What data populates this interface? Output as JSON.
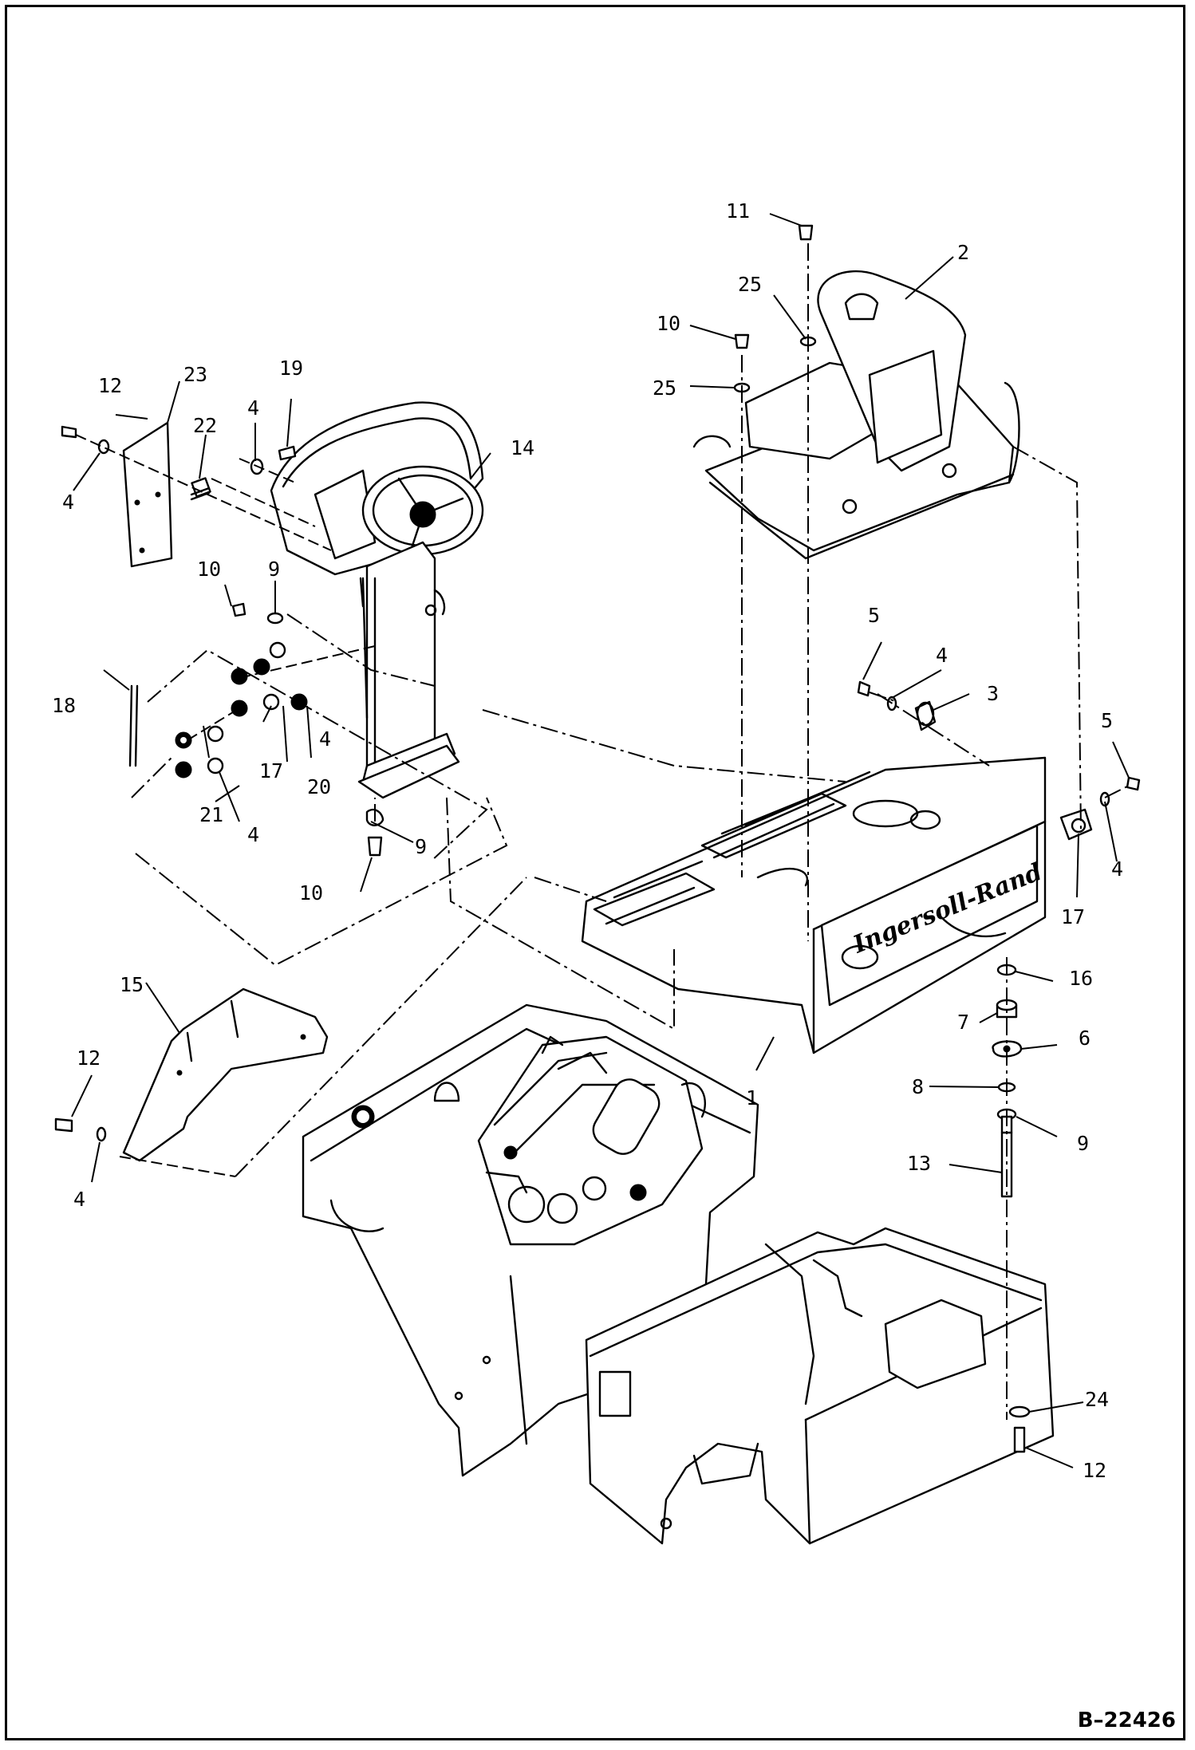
{
  "drawing": {
    "reference_number": "B–22426",
    "brand_mark": "Ingersoll-Rand"
  },
  "callouts": {
    "c1": "1",
    "c2": "2",
    "c3": "3",
    "c4a": "4",
    "c4b": "4",
    "c4c": "4",
    "c4d": "4",
    "c4e": "4",
    "c4f": "4",
    "c4g": "4",
    "c5a": "5",
    "c5b": "5",
    "c6": "6",
    "c7": "7",
    "c8": "8",
    "c9a": "9",
    "c9b": "9",
    "c9c": "9",
    "c10a": "10",
    "c10b": "10",
    "c10c": "10",
    "c11": "11",
    "c12a": "12",
    "c12b": "12",
    "c12c": "12",
    "c13": "13",
    "c14": "14",
    "c15": "15",
    "c16": "16",
    "c17a": "17",
    "c17b": "17",
    "c18": "18",
    "c19": "19",
    "c20": "20",
    "c21": "21",
    "c22": "22",
    "c23": "23",
    "c24": "24",
    "c25a": "25",
    "c25b": "25"
  }
}
